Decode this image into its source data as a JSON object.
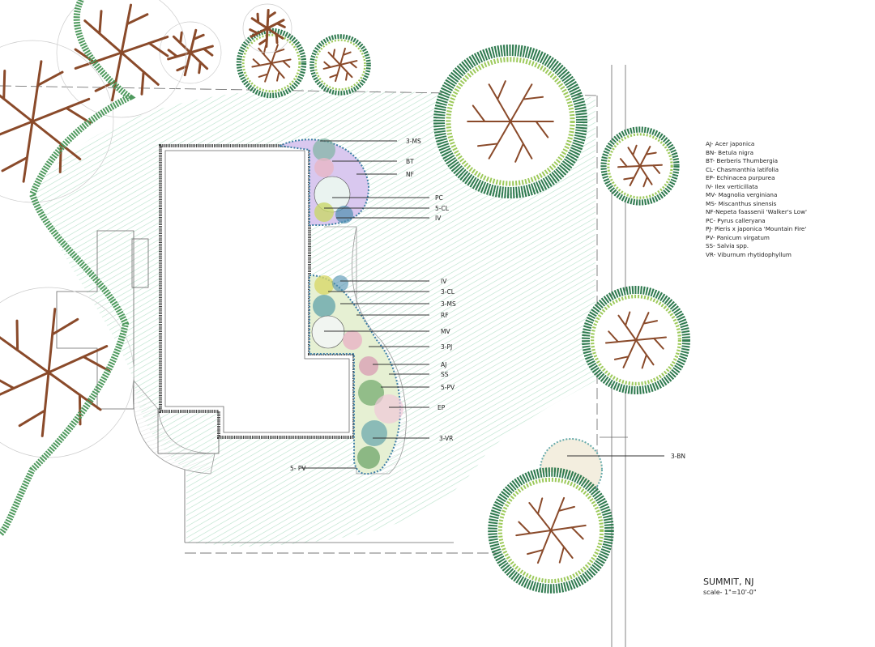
{
  "plant_legend": [
    "AJ- Acer japonica",
    "BN- Betula nigra",
    "BT- Berberis Thumbergia",
    "CL- Chasmanthia latifolia",
    "EP- Echinacea purpurea",
    "IV- Ilex verticillata",
    "MV- Magnolia verginiana",
    "MS- Miscanthus sinensis",
    "NF-Nepeta faassenii 'Walker's Low'",
    "PC- Pyrus calleryana",
    "PJ- Pieris x japonica 'Mountain Fire'",
    "PV- Panicum virgatum",
    "SS- Salvia spp.",
    "VR- Viburnum rhytidophyllum"
  ],
  "callouts": [
    "3-MS",
    "BT",
    "NF",
    "PC",
    "5-CL",
    "IV",
    "IV",
    "3-CL",
    "3-MS",
    "RF",
    "MV",
    "3-PJ",
    "AJ",
    "SS",
    "5-PV",
    "EP",
    "3-VR",
    "5- PV",
    "3-BN"
  ],
  "title": "SUMMIT, NJ",
  "scale": "scale- 1\"=10'-0\"",
  "colors": {
    "lawn": "#cfe9d9",
    "tree_outer": "#2f7a4f",
    "tree_inner": "#9cc95a",
    "branch": "#8a4a2a",
    "bed_blue": "#3f7fa6",
    "bed_purple": "#b79be0",
    "bed_pink": "#e7b6c6"
  }
}
